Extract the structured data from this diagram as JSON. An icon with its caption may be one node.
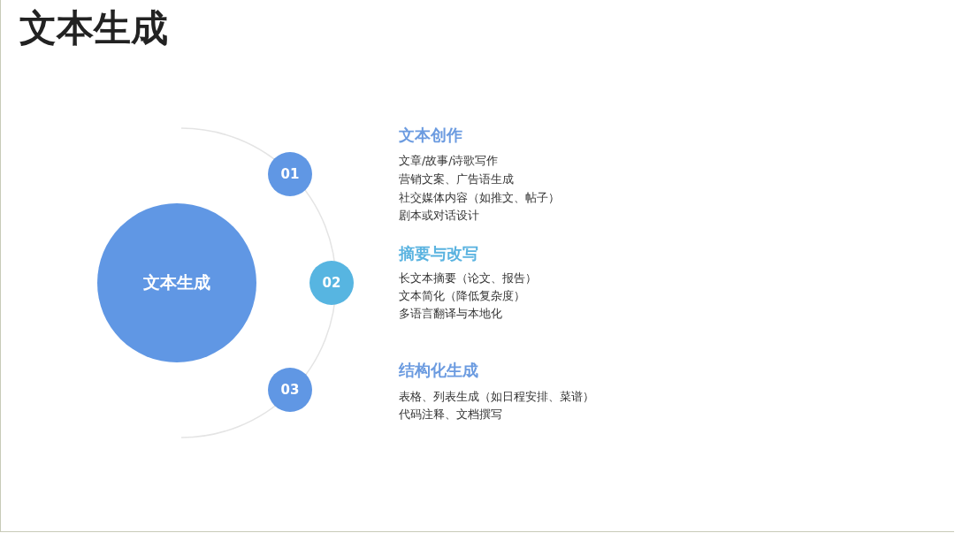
{
  "diagram": {
    "title": "文本生成",
    "nodes": [
      {
        "text": [
          "文本生成"
        ]
      },
      {
        "text": [
          "01"
        ],
        "beside": [
          "文本创作",
          "文章/故事/诗歌写作",
          "营销文案、广告语生成",
          "社交媒体内容（如推文、帖子）",
          "剧本或对话设计"
        ]
      },
      {
        "text": [
          "02"
        ],
        "beside": [
          "摘要与改写",
          "长文本摘要（论文、报告）",
          "文本简化（降低复杂度）",
          "多语言翻译与本地化"
        ]
      },
      {
        "text": [
          "03"
        ],
        "beside": [
          "结构化生成",
          "表格、列表生成（如日程安排、菜谱）",
          "代码注释、文档撰写"
        ]
      }
    ]
  }
}
